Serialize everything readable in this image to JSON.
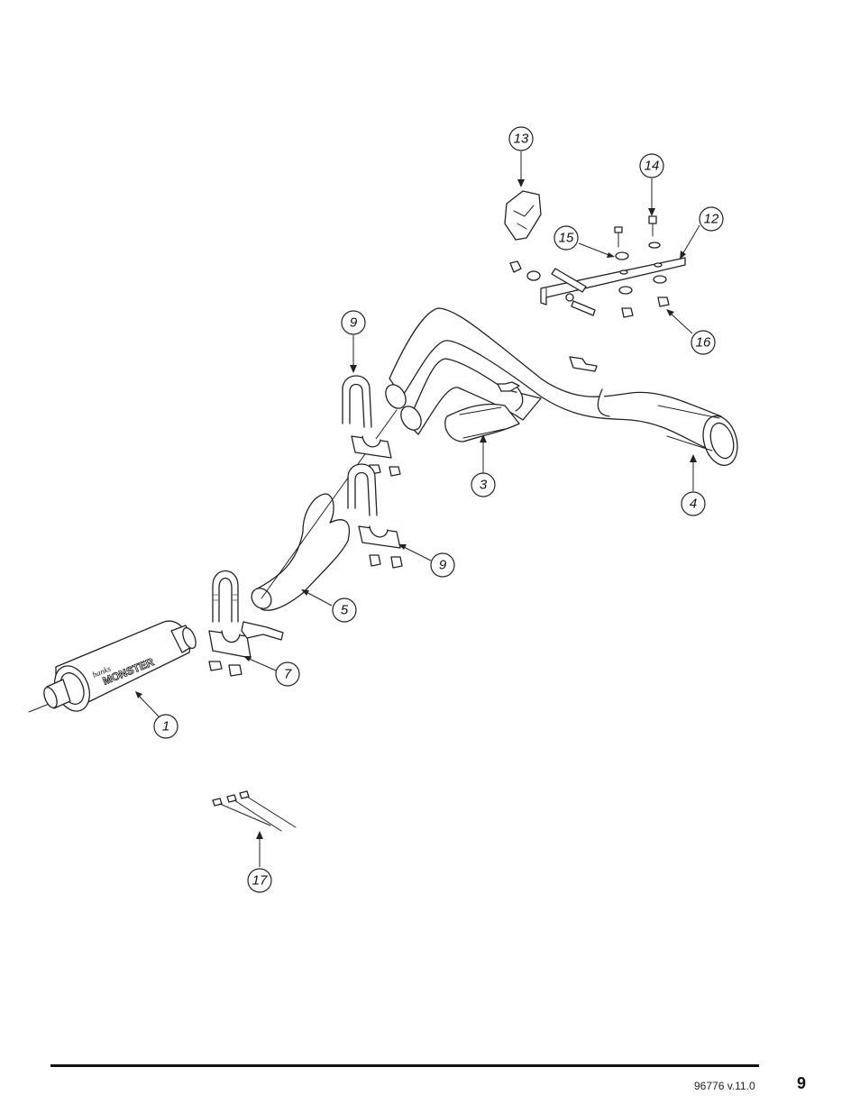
{
  "callouts": {
    "c1": "1",
    "c3": "3",
    "c4": "4",
    "c5": "5",
    "c7": "7",
    "c9a": "9",
    "c9b": "9",
    "c12": "12",
    "c13": "13",
    "c14": "14",
    "c15": "15",
    "c16": "16",
    "c17": "17"
  },
  "muffler_label": {
    "brand": "banks",
    "name": "MONSTER"
  },
  "footer": {
    "doc_number": "96776 v.11.0",
    "page_number": "9"
  }
}
